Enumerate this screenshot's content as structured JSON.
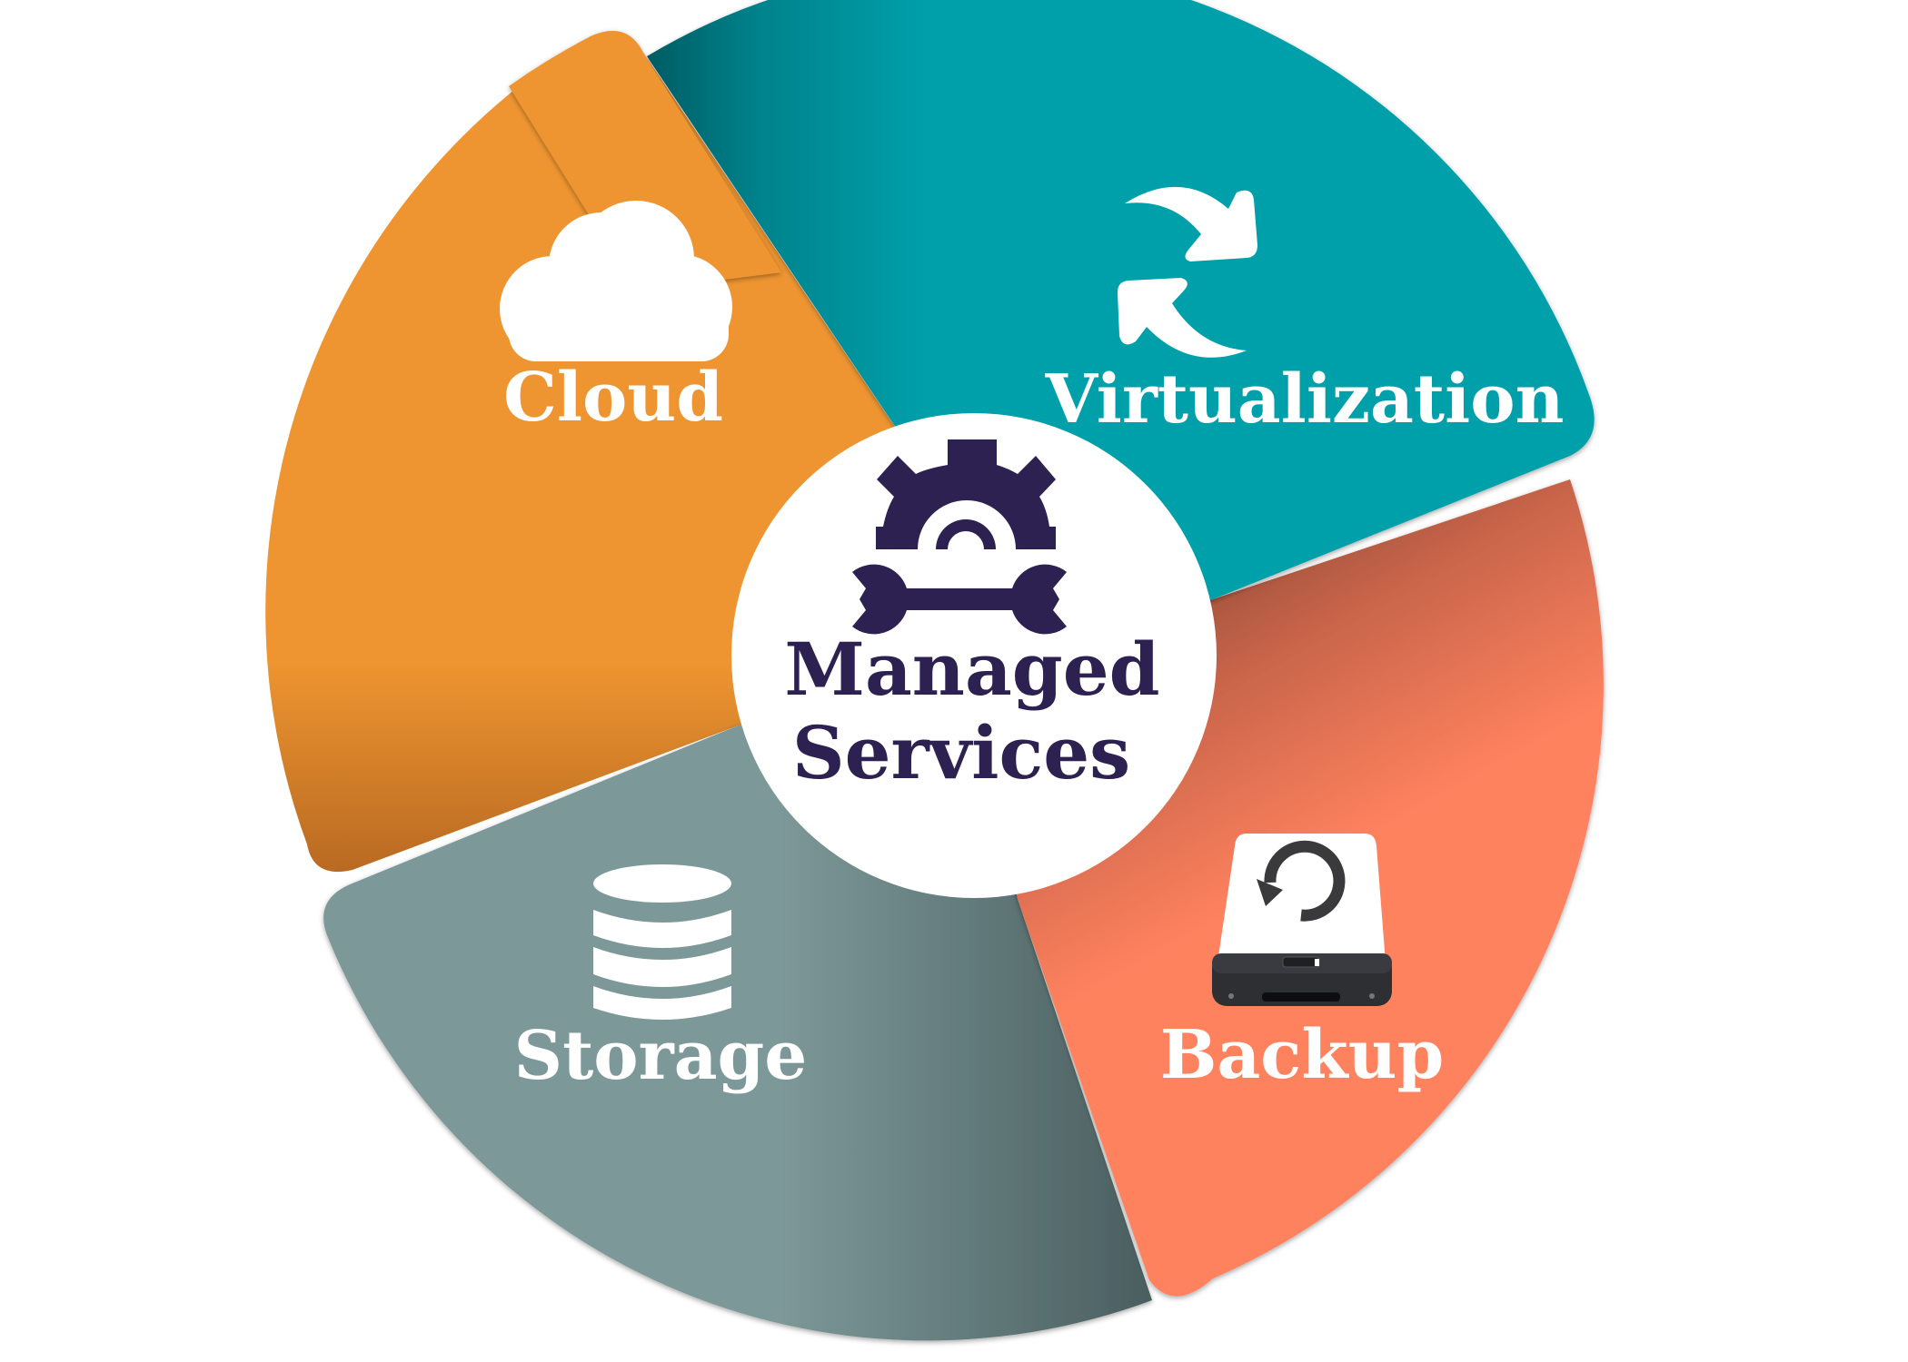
{
  "diagram": {
    "center": {
      "line1": "Managed",
      "line2": "Services",
      "icon": "gear-wrench-icon",
      "color": "#2D2152",
      "background": "#FFFFFF"
    },
    "segments": [
      {
        "label": "Cloud",
        "icon": "cloud-icon",
        "color": "#EE9531"
      },
      {
        "label": "Virtualization",
        "icon": "sync-arrows-icon",
        "color": "#05A0AB"
      },
      {
        "label": "Backup",
        "icon": "backup-drive-icon",
        "color": "#FF825F"
      },
      {
        "label": "Storage",
        "icon": "database-icon",
        "color": "#7D9898"
      }
    ]
  }
}
